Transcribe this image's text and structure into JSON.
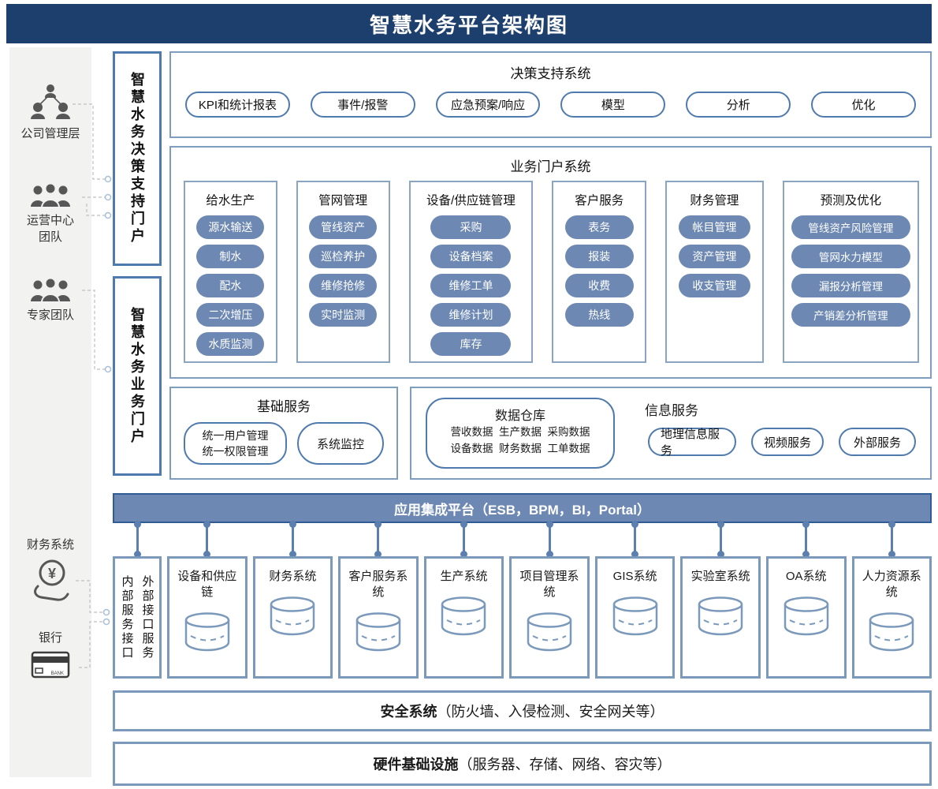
{
  "banner": {
    "title": "智慧水务平台架构图"
  },
  "actors": {
    "management": {
      "label": "公司管理层"
    },
    "operations": {
      "line1": "运营中心",
      "line2": "团队"
    },
    "experts": {
      "label": "专家团队"
    },
    "finance": {
      "label": "财务系统"
    },
    "bank": {
      "label": "银行",
      "card_text": "BANK"
    }
  },
  "portals": {
    "decision": "智慧水务决策支持门户",
    "business": "智慧水务业务门户"
  },
  "decision_system": {
    "title": "决策支持系统",
    "pills": [
      "KPI和统计报表",
      "事件/报警",
      "应急预案/响应",
      "模型",
      "分析",
      "优化"
    ]
  },
  "business_portal": {
    "title": "业务门户系统",
    "columns": [
      {
        "title": "给水生产",
        "flex": 116,
        "items": [
          "源水输送",
          "制水",
          "配水",
          "二次增压",
          "水质监测"
        ]
      },
      {
        "title": "管网管理",
        "flex": 116,
        "items": [
          "管线资产",
          "巡检养护",
          "维修抢修",
          "实时监测"
        ]
      },
      {
        "title": "设备/供应链管理",
        "flex": 162,
        "cls": "col-supply",
        "items": [
          "采购",
          "设备档案",
          "维修工单",
          "维修计划",
          "库存"
        ]
      },
      {
        "title": "客户服务",
        "flex": 117,
        "items": [
          "表务",
          "报装",
          "收费",
          "热线"
        ]
      },
      {
        "title": "财务管理",
        "flex": 123,
        "items": [
          "帐目管理",
          "资产管理",
          "收支管理"
        ]
      },
      {
        "title": "预测及优化",
        "flex": 180,
        "cls": "col-predict",
        "items": [
          "管线资产风险管理",
          "管网水力模型",
          "漏报分析管理",
          "产销差分析管理"
        ]
      }
    ]
  },
  "basic_services": {
    "title": "基础服务",
    "user_lines": [
      "统一用户管理",
      "统一权限管理"
    ],
    "monitor": "系统监控"
  },
  "data_warehouse": {
    "title": "数据仓库",
    "rows": [
      "营收数据  生产数据  采购数据",
      "设备数据  财务数据  工单数据"
    ]
  },
  "info_services": {
    "title": "信息服务",
    "pills": [
      "地理信息服务",
      "视频服务",
      "外部服务"
    ]
  },
  "esb": {
    "label": "应用集成平台（ESB，BPM，BI，Portal）"
  },
  "interface_box": {
    "left": "内部服务接口",
    "right": "外部接口服务"
  },
  "systems": [
    "设备和供应链",
    "财务系统",
    "客户服务系统",
    "生产系统",
    "项目管理系统",
    "GIS系统",
    "实验室系统",
    "OA系统",
    "人力资源系统"
  ],
  "security": {
    "bold": "安全系统",
    "rest": "（防火墙、入侵检测、安全网关等）"
  },
  "hardware": {
    "bold": "硬件基础设施",
    "rest": "（服务器、存储、网络、容灾等）"
  },
  "colors": {
    "banner_bg": "#1c3f6d",
    "pill_fill": "#6d89b3",
    "outline_border": "#4f7aad",
    "box_border": "#7f9dbf",
    "column_border": "#8aa5c2",
    "bottom_border": "#7b99bb",
    "esb_border": "#2f5b96",
    "connector": "#5b7fae",
    "panel_bg": "#f2f2f1",
    "icon_gray": "#575757"
  }
}
